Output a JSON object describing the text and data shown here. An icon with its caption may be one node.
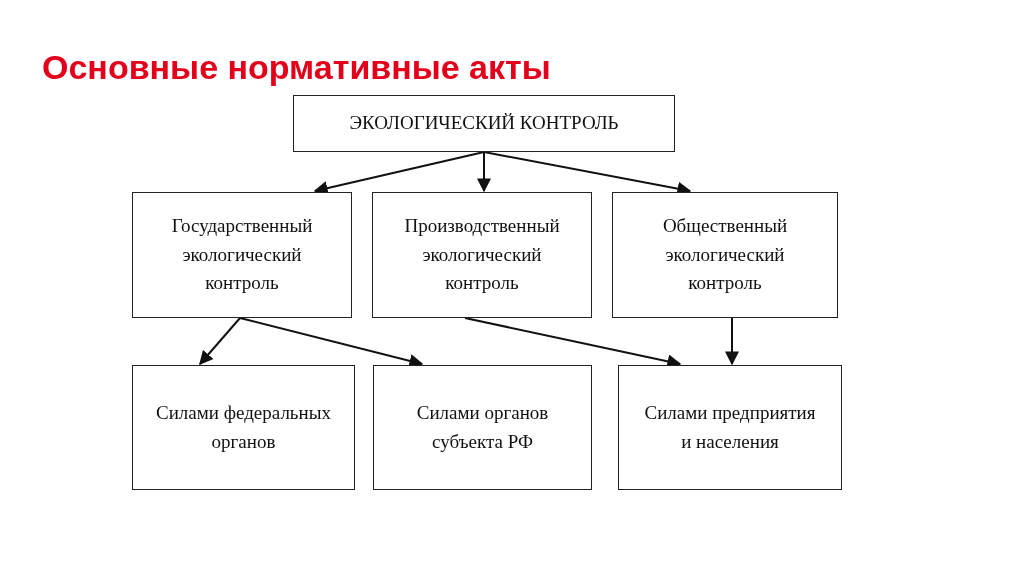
{
  "diagram": {
    "title": "Основные нормативные акты",
    "nodes": [
      {
        "text": [
          "ЭКОЛОГИЧЕСКИЙ КОНТРОЛЬ"
        ]
      },
      {
        "text": [
          "Государственный экологический контроль"
        ]
      },
      {
        "text": [
          "Производственный экологический контроль"
        ]
      },
      {
        "text": [
          "Общественный экологический контроль"
        ]
      },
      {
        "text": [
          "Силами федеральных органов"
        ]
      },
      {
        "text": [
          "Силами органов субъекта РФ"
        ]
      },
      {
        "text": [
          "Силами предприятия и населения"
        ]
      }
    ],
    "edges": [
      {
        "from": 0,
        "to": 1,
        "arrow": "to"
      },
      {
        "from": 0,
        "to": 2,
        "arrow": "to"
      },
      {
        "from": 0,
        "to": 3,
        "arrow": "to"
      },
      {
        "from": 1,
        "to": 4,
        "arrow": "to"
      },
      {
        "from": 1,
        "to": 5,
        "arrow": "to"
      },
      {
        "from": 2,
        "to": 6,
        "arrow": "to"
      },
      {
        "from": 3,
        "to": 6,
        "arrow": "to"
      }
    ]
  }
}
